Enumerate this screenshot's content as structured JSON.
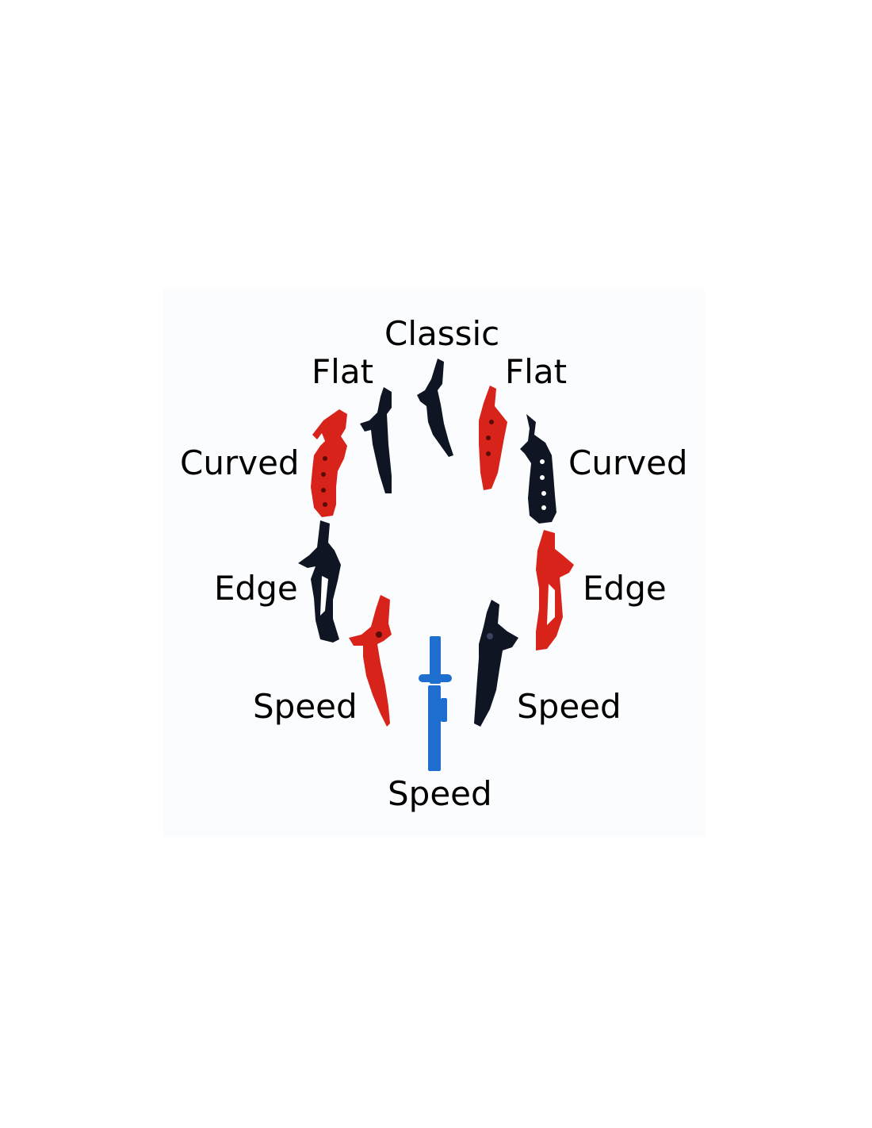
{
  "labels": {
    "top_classic": "Classic",
    "top_left_flat": "Flat",
    "top_right_flat": "Flat",
    "left_curved": "Curved",
    "right_curved": "Curved",
    "left_edge": "Edge",
    "right_edge": "Edge",
    "left_speed": "Speed",
    "right_speed": "Speed",
    "bottom_speed": "Speed"
  },
  "colors": {
    "red": "#d8231b",
    "black": "#0f1523",
    "blue": "#1f6fd1",
    "background": "#ffffff"
  },
  "triggers": [
    {
      "name": "classic-trigger",
      "style": "classic",
      "color": "black"
    },
    {
      "name": "flat-trigger-left",
      "style": "flat",
      "color": "black"
    },
    {
      "name": "flat-trigger-right",
      "style": "flat",
      "color": "red"
    },
    {
      "name": "curved-trigger-left",
      "style": "curved",
      "color": "red"
    },
    {
      "name": "curved-trigger-right",
      "style": "curved",
      "color": "black"
    },
    {
      "name": "edge-trigger-left",
      "style": "edge",
      "color": "black"
    },
    {
      "name": "edge-trigger-right",
      "style": "edge",
      "color": "red"
    },
    {
      "name": "speed-trigger-left",
      "style": "speed",
      "color": "red"
    },
    {
      "name": "speed-trigger-right",
      "style": "speed",
      "color": "black"
    },
    {
      "name": "speed-trigger-bottom",
      "style": "speed",
      "color": "blue"
    }
  ]
}
